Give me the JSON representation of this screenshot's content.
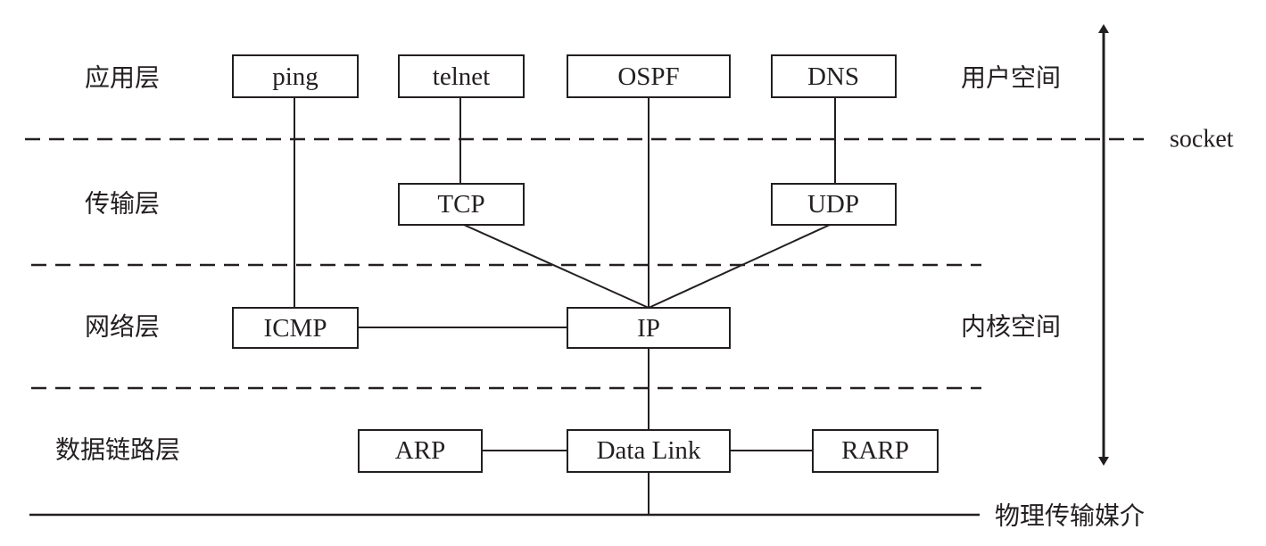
{
  "layers": {
    "application": "应用层",
    "transport": "传输层",
    "network": "网络层",
    "datalink": "数据链路层"
  },
  "boxes": {
    "ping": "ping",
    "telnet": "telnet",
    "ospf": "OSPF",
    "dns": "DNS",
    "tcp": "TCP",
    "udp": "UDP",
    "icmp": "ICMP",
    "ip": "IP",
    "arp": "ARP",
    "datalink": "Data Link",
    "rarp": "RARP"
  },
  "spaces": {
    "user": "用户空间",
    "kernel": "内核空间"
  },
  "socket_label": "socket",
  "medium_label": "物理传输媒介",
  "colors": {
    "ink": "#231f20",
    "background": "#ffffff"
  }
}
